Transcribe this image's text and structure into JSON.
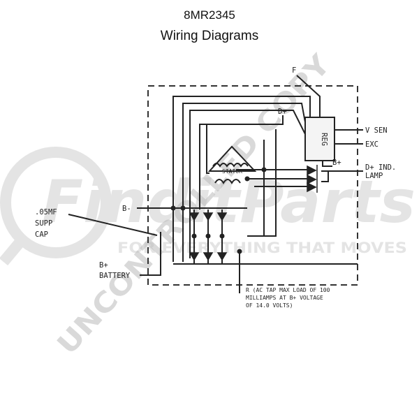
{
  "header": {
    "part_number": "8MR2345",
    "subtitle": "Wiring Diagrams"
  },
  "watermark": {
    "brand": "FinditParts",
    "tagline": "FOR EVERYTHING THAT MOVES",
    "stamp": "UNCONTROLLED COPY"
  },
  "diagram": {
    "labels": {
      "f": "F",
      "d_plus": "D+",
      "reg": "REG",
      "v_sen": "V SEN",
      "exc": "EXC",
      "b_plus_top": "B+",
      "d_plus_ind": "D+ IND.",
      "lamp": "LAMP",
      "stator": "STATOR",
      "b_minus": "B-",
      "cap_line1": ".05MF",
      "cap_line2": "SUPP",
      "cap_line3": "CAP",
      "b_plus_batt": "B+",
      "battery": "BATTERY",
      "r_line1": "R (AC TAP MAX LOAD OF 100",
      "r_line2": "MILLIAMPS AT B+ VOLTAGE",
      "r_line3": "OF 14.0 VOLTS)"
    }
  }
}
